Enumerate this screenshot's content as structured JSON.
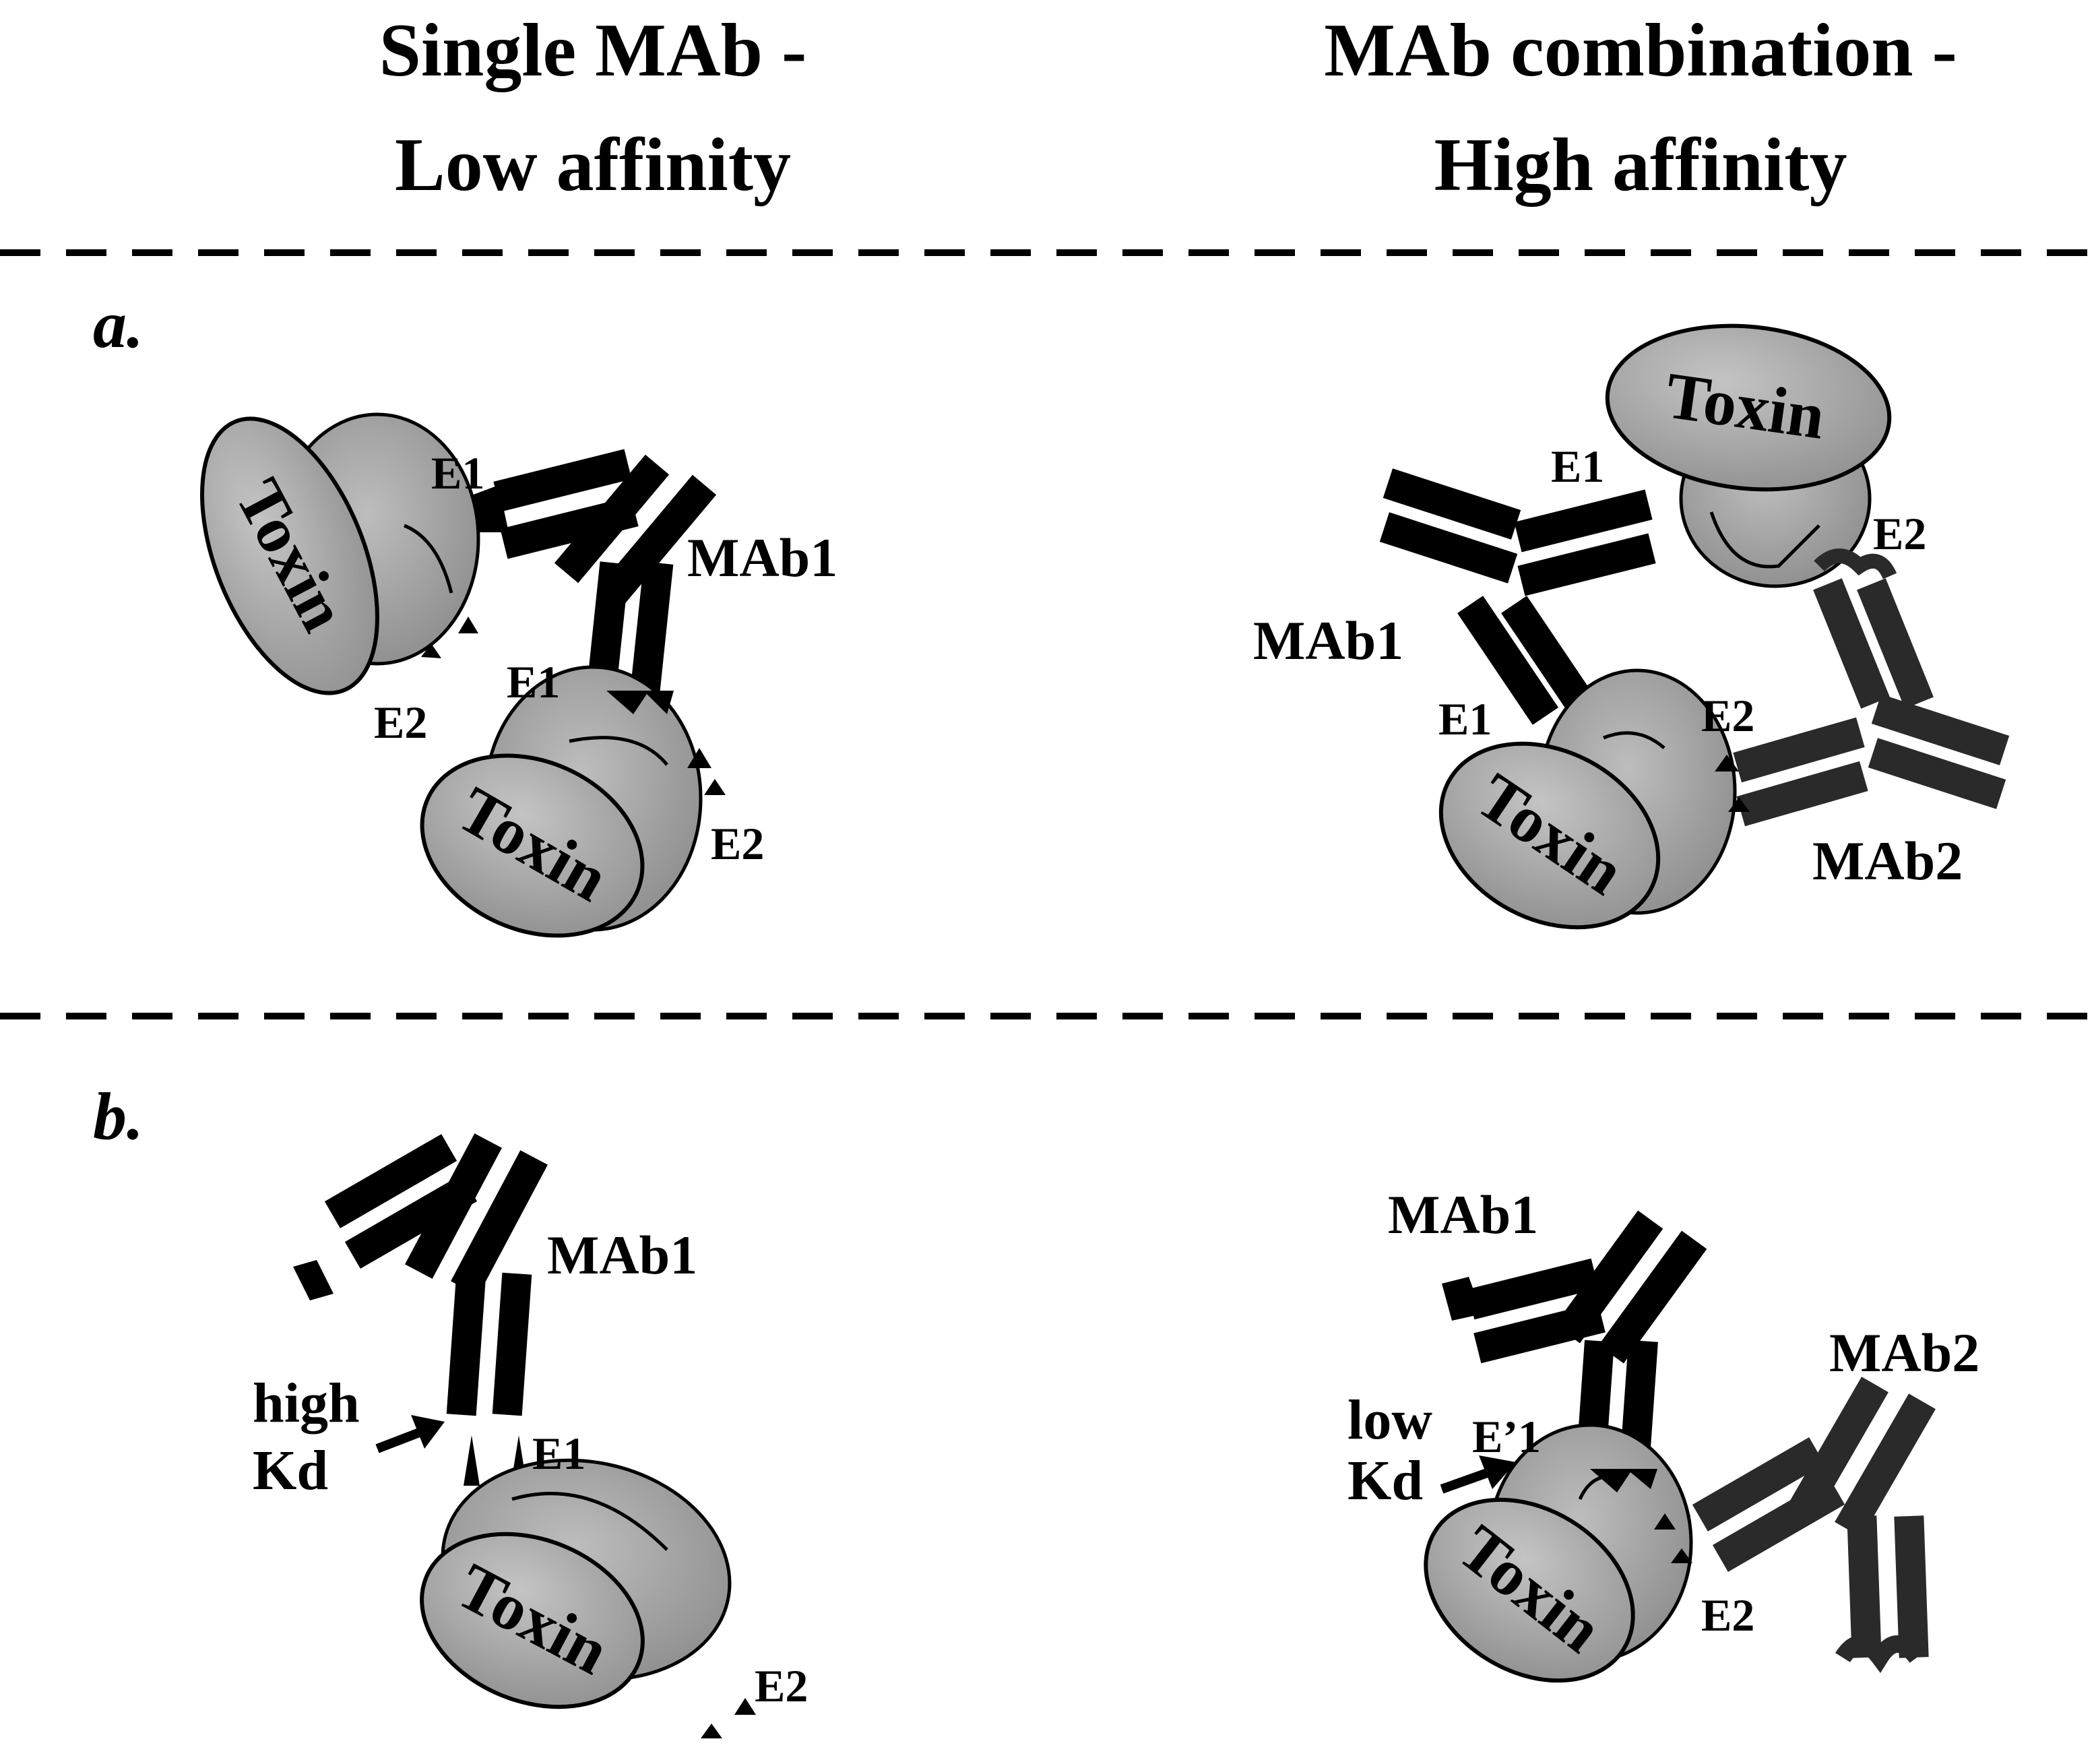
{
  "headers": {
    "left_line1": "Single MAb -",
    "left_line2": "Low affinity",
    "right_line1": "MAb combination -",
    "right_line2": "High affinity"
  },
  "panels": {
    "a": "a.",
    "b": "b."
  },
  "labels": {
    "toxin": "Toxin",
    "mab1": "MAb1",
    "mab2": "MAb2",
    "e1": "E1",
    "e2": "E2",
    "e_prime_1": "E’1",
    "high": "high",
    "low": "low",
    "kd": "Kd"
  },
  "colors": {
    "toxin_fill": "#a6a6a6",
    "toxin_back": "#9a9a9a",
    "mab1_color": "#000000",
    "mab2_color": "#2a2a2a",
    "divider": "#000000"
  }
}
